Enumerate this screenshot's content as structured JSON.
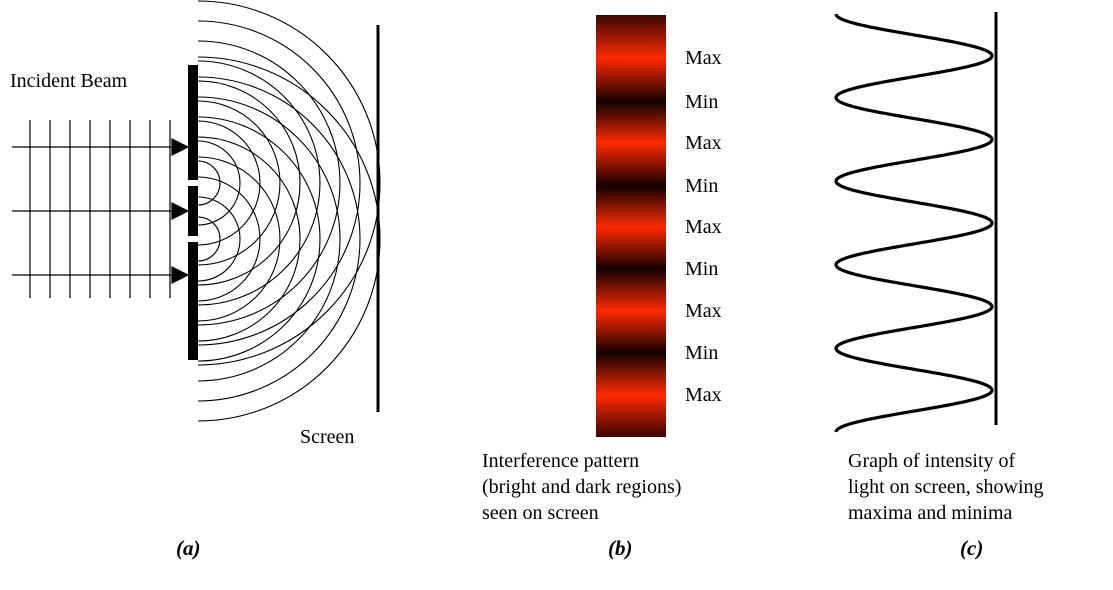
{
  "panel_a": {
    "incident_label": "Incident Beam",
    "screen_label": "Screen",
    "part_label": "(a)"
  },
  "panel_b": {
    "fringe_labels": [
      "Max",
      "Min",
      "Max",
      "Min",
      "Max",
      "Min",
      "Max",
      "Min",
      "Max"
    ],
    "caption": "Interference pattern\n(bright and dark regions)\nseen on screen",
    "part_label": "(b)",
    "bright_color": "#ff2a00",
    "dark_color": "#140000"
  },
  "panel_c": {
    "caption": "Graph of intensity of\nlight on screen, showing\nmaxima and minima",
    "part_label": "(c)"
  }
}
